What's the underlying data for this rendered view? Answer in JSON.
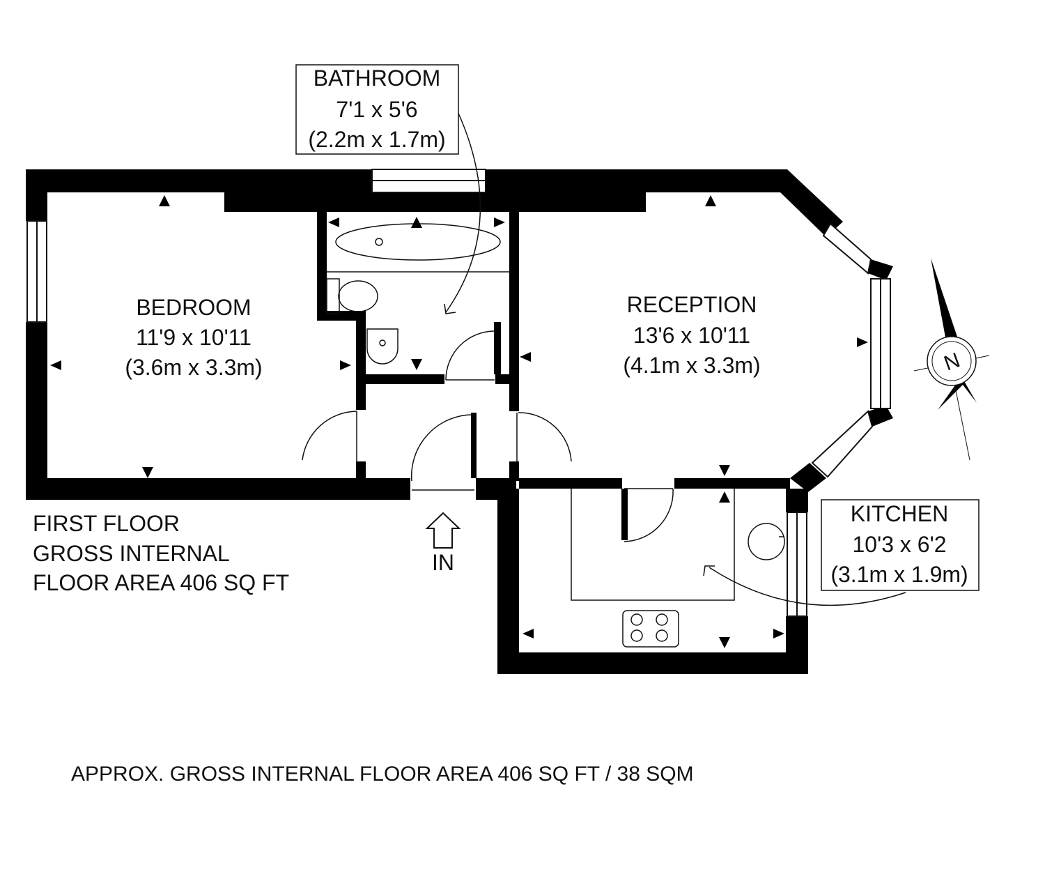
{
  "rooms": {
    "bathroom": {
      "name": "BATHROOM",
      "imperial": "7'1 x 5'6",
      "metric": "(2.2m x 1.7m)"
    },
    "bedroom": {
      "name": "BEDROOM",
      "imperial": "11'9 x 10'11",
      "metric": "(3.6m x 3.3m)"
    },
    "reception": {
      "name": "RECEPTION",
      "imperial": "13'6 x 10'11",
      "metric": "(4.1m x 3.3m)"
    },
    "kitchen": {
      "name": "KITCHEN",
      "imperial": "10'3 x 6'2",
      "metric": "(3.1m x 1.9m)"
    }
  },
  "floor": {
    "line1": "FIRST FLOOR",
    "line2": "GROSS INTERNAL",
    "line3": "FLOOR AREA 406 SQ FT"
  },
  "entrance": {
    "label": "IN"
  },
  "compass": {
    "letter": "N"
  },
  "footer": {
    "area": "APPROX. GROSS INTERNAL FLOOR AREA 406 SQ FT / 38 SQM"
  },
  "colors": {
    "wall": "#000000",
    "line": "#111111",
    "background": "#ffffff"
  }
}
